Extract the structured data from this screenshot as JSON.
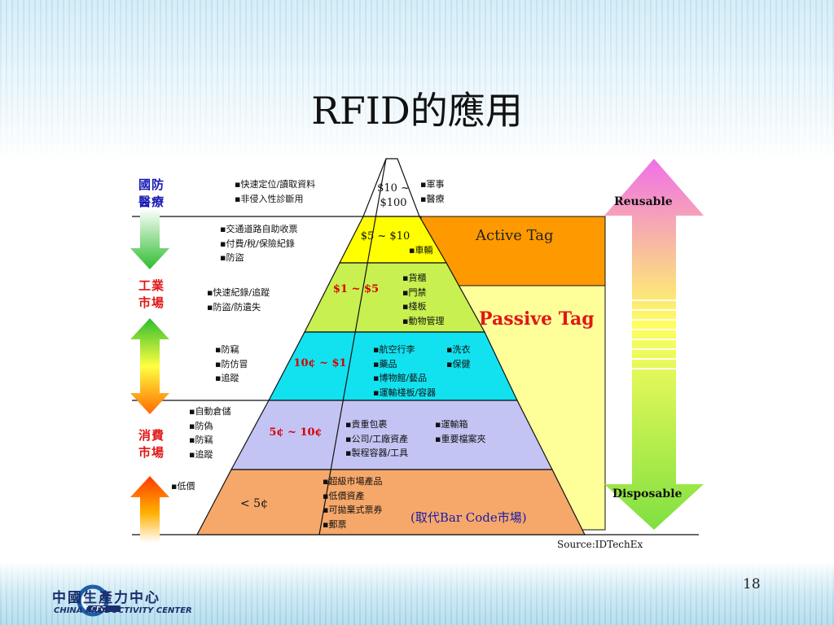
{
  "slide": {
    "title": "RFID的應用",
    "page_number": "18"
  },
  "footer": {
    "logo_cn": "中國生產力中心",
    "logo_en": "CHINA PRODUCTIVITY CENTER"
  },
  "diagram": {
    "side_labels": {
      "top": [
        "國防",
        "醫療"
      ],
      "middle": [
        "工業",
        "市場"
      ],
      "bottom": [
        "消費",
        "市場"
      ]
    },
    "levels": [
      {
        "price": "$10 ~ $100",
        "color": "#ffffff",
        "left_items": [
          "▪快速定位/讀取資料",
          "▪非侵入性診斷用"
        ],
        "right_items": [
          "▪軍事",
          "▪醫療"
        ]
      },
      {
        "price": "$5 ~ $10",
        "color": "#ffff00",
        "left_items": [
          "▪交通道路自助收票",
          "▪付費/稅/保險紀錄",
          "▪防盜"
        ],
        "right_items": [
          "▪車輛"
        ]
      },
      {
        "price": "$1 ~ $5",
        "color": "#c8f050",
        "left_items": [
          "▪快速紀錄/追蹤",
          "▪防盜/防遺失"
        ],
        "right_items": [
          "▪貨櫃",
          "▪門禁",
          "▪棧板",
          "▪動物管理"
        ]
      },
      {
        "price": "10¢ ~ $1",
        "color": "#12e2f0",
        "left_items": [
          "▪防竊",
          "▪防仿冒",
          "▪追蹤"
        ],
        "right_items": [
          "▪航空行李",
          "▪藥品",
          "▪博物館/藝品",
          "▪運輸棧板/容器"
        ],
        "right_items_2": [
          "▪洗衣",
          "▪保健"
        ]
      },
      {
        "price": "5¢ ~ 10¢",
        "color": "#c4c4f4",
        "left_items": [
          "▪自動倉儲",
          "▪防偽",
          "▪防竊",
          "▪追蹤"
        ],
        "right_items": [
          "▪貴重包裹",
          "▪公司/工廠資產",
          "▪製程容器/工具"
        ],
        "right_items_2": [
          "▪運輸箱",
          "▪重要檔案夾"
        ]
      },
      {
        "price": "< 5¢",
        "color": "#f6a86a",
        "left_items": [
          "▪低價"
        ],
        "right_items": [
          "▪超級市場產品",
          "▪低價資產",
          "▪可拋棄式票券",
          "▪郵票"
        ],
        "note": "(取代Bar Code市場)"
      }
    ],
    "active_tag": "Active  Tag",
    "passive_tag": "Passive  Tag",
    "arrow_top": "Reusable",
    "arrow_bottom": "Disposable",
    "source": "Source:IDTechEx",
    "colors": {
      "active": "#ff9900",
      "passive": "#ffff99",
      "label_blue": "#1a1ab4",
      "label_red": "#e01818",
      "price_red": "#d40000",
      "reusable_arrow": "#f080e8",
      "disposable_arrow": "#90ec50"
    }
  }
}
